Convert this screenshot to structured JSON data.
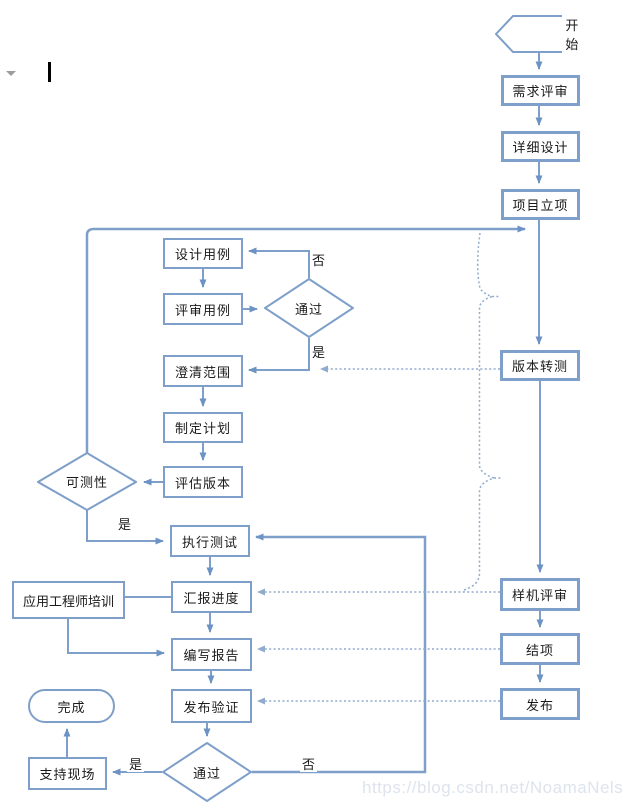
{
  "page": {
    "watermark": "https://blog.csdn.net/NoamaNelson"
  },
  "colors": {
    "shape_border": "#7e9fc9",
    "line": "#7e9fc9",
    "arrow_fill": "#6d93c4",
    "dotted_line": "#8fabce",
    "text": "#1a1a1a",
    "watermark": "#dde4ed",
    "background": "#ffffff"
  },
  "nodes": {
    "start": {
      "label": "开始",
      "shape": "hexagon"
    },
    "req_review": {
      "label": "需求评审",
      "shape": "rect"
    },
    "detail_design": {
      "label": "详细设计",
      "shape": "rect"
    },
    "project_init": {
      "label": "项目立项",
      "shape": "rect"
    },
    "version_to_test": {
      "label": "版本转测",
      "shape": "rect"
    },
    "prototype_review": {
      "label": "样机评审",
      "shape": "rect"
    },
    "project_close": {
      "label": "结项",
      "shape": "rect"
    },
    "release": {
      "label": "发布",
      "shape": "rect"
    },
    "design_cases": {
      "label": "设计用例",
      "shape": "rect"
    },
    "review_cases": {
      "label": "评审用例",
      "shape": "rect"
    },
    "pass1": {
      "label": "通过",
      "shape": "diamond"
    },
    "clarify_scope": {
      "label": "澄清范围",
      "shape": "rect"
    },
    "make_plan": {
      "label": "制定计划",
      "shape": "rect"
    },
    "evaluate_version": {
      "label": "评估版本",
      "shape": "rect"
    },
    "testability": {
      "label": "可测性",
      "shape": "diamond"
    },
    "execute_test": {
      "label": "执行测试",
      "shape": "rect"
    },
    "report_progress": {
      "label": "汇报进度",
      "shape": "rect"
    },
    "engineer_training": {
      "label": "应用工程师培训",
      "shape": "rect"
    },
    "write_report": {
      "label": "编写报告",
      "shape": "rect"
    },
    "release_verify": {
      "label": "发布验证",
      "shape": "rect"
    },
    "pass2": {
      "label": "通过",
      "shape": "diamond"
    },
    "support_site": {
      "label": "支持现场",
      "shape": "rect"
    },
    "done": {
      "label": "完成",
      "shape": "terminator"
    }
  },
  "edge_labels": {
    "pass1_no": "否",
    "pass1_yes": "是",
    "testability_yes": "是",
    "pass2_yes": "是",
    "pass2_no": "否"
  }
}
